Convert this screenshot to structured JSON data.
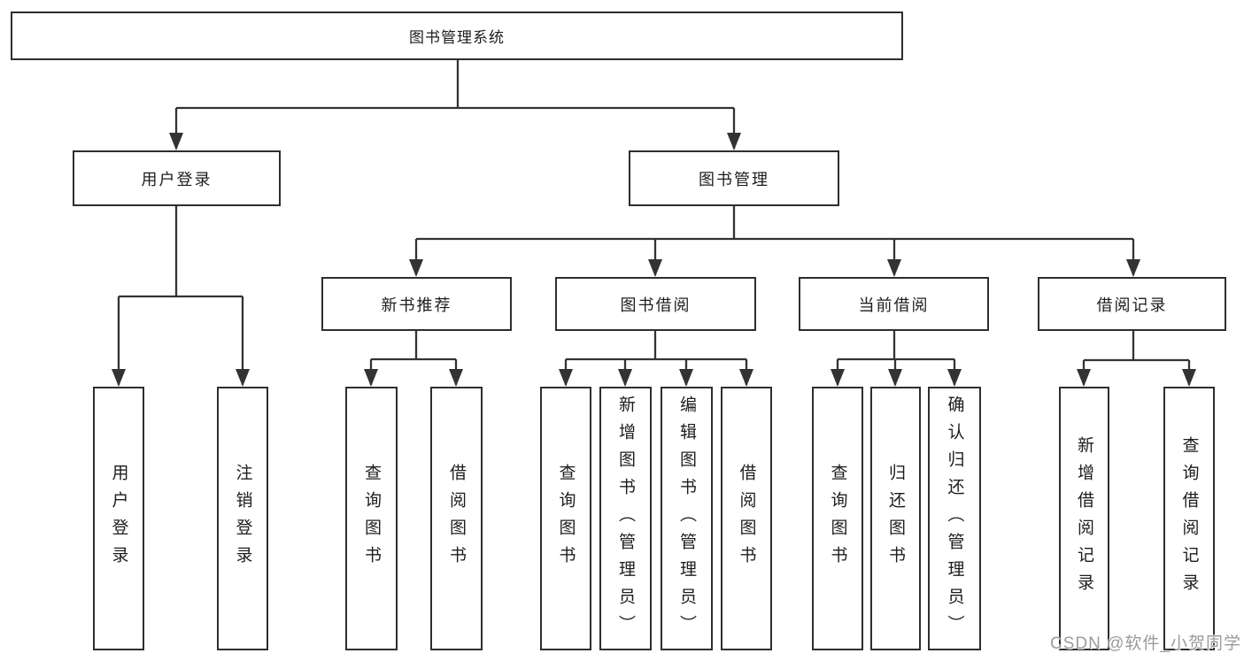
{
  "tree": {
    "root": {
      "label": "图书管理系统"
    },
    "branches": [
      {
        "label": "用户登录",
        "leaves": [
          {
            "label": "用户登录"
          },
          {
            "label": "注销登录"
          }
        ]
      },
      {
        "label": "图书管理",
        "groups": [
          {
            "label": "新书推荐",
            "leaves": [
              {
                "label": "查询图书"
              },
              {
                "label": "借阅图书"
              }
            ]
          },
          {
            "label": "图书借阅",
            "leaves": [
              {
                "label": "查询图书"
              },
              {
                "label": "新增图书（管理员）"
              },
              {
                "label": "编辑图书（管理员）"
              },
              {
                "label": "借阅图书"
              }
            ]
          },
          {
            "label": "当前借阅",
            "leaves": [
              {
                "label": "查询图书"
              },
              {
                "label": "归还图书"
              },
              {
                "label": "确认归还（管理员）"
              }
            ]
          },
          {
            "label": "借阅记录",
            "leaves": [
              {
                "label": "新增借阅记录"
              },
              {
                "label": "查询借阅记录"
              }
            ]
          }
        ]
      }
    ]
  },
  "watermark": {
    "text": "CSDN @软件_小贺同学"
  },
  "colors": {
    "line": "#333333",
    "box_border": "#2e2e2e",
    "text": "#1d1d1d",
    "background": "#ffffff",
    "watermark": "#9b9b9b"
  }
}
